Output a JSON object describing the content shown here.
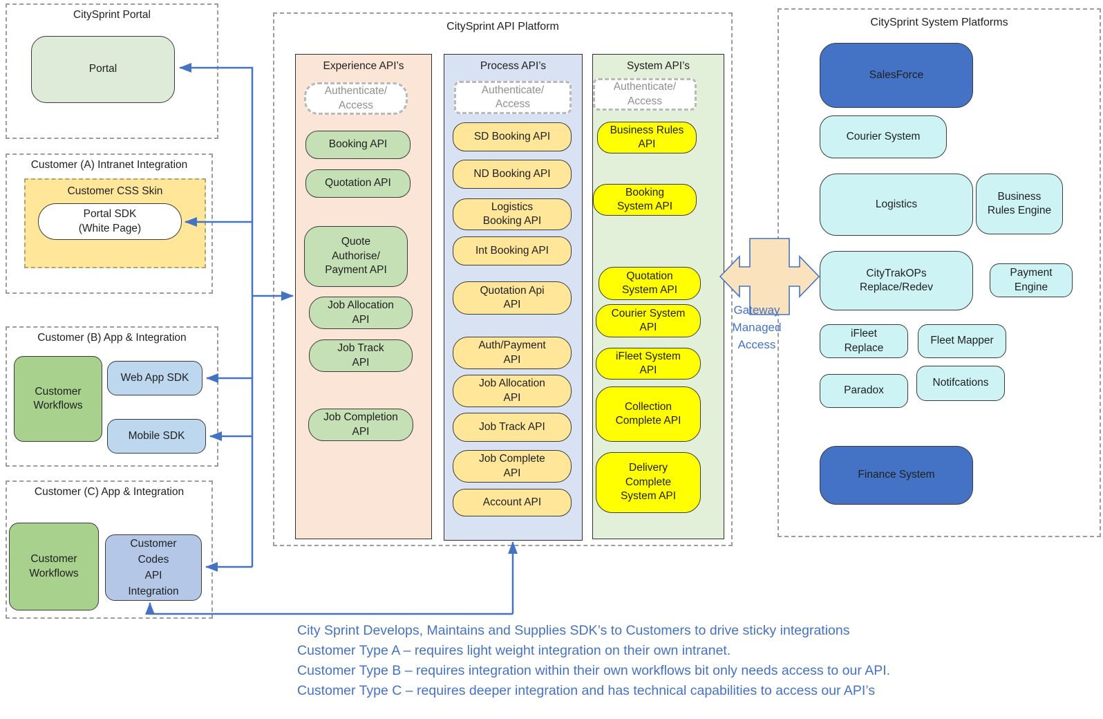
{
  "colors": {
    "accent_blue": "#4472C4",
    "dark_blue_box": "#4472C4",
    "green_item": "#C5E0B4",
    "medium_green_box": "#A9D18E",
    "light_green_portal": "#DEEBD8",
    "peach_panel": "#FBE5D6",
    "lavender_panel": "#D9E2F3",
    "light_green_panel": "#E2EFD9",
    "gold_item": "#FFE699",
    "yellow_item": "#FFFF00",
    "cyan_box": "#CDF3F5",
    "light_blue_box": "#BDD7EE",
    "periwinkle_box": "#B4C7E7",
    "gateway_arrow_fill": "#FAE3BC"
  },
  "portal_group": {
    "title": "CitySprint Portal",
    "portal": "Portal"
  },
  "customer_a": {
    "title": "Customer (A) Intranet Integration",
    "skin_title": "Customer CSS Skin",
    "portal_sdk": "Portal SDK\n(White Page)"
  },
  "customer_b": {
    "title": "Customer (B) App & Integration",
    "workflows": "Customer\nWorkflows",
    "web_sdk": "Web App SDK",
    "mobile_sdk": "Mobile SDK"
  },
  "customer_c": {
    "title": "Customer (C) App & Integration",
    "workflows": "Customer\nWorkflows",
    "codes": "Customer\nCodes\nAPI\nIntegration"
  },
  "api_platform": {
    "title": "CitySprint API Platform",
    "columns": [
      {
        "title": "Experience API’s",
        "auth": "Authenticate/\nAccess",
        "items": [
          "Booking API",
          "Quotation API",
          "Quote\nAuthorise/\nPayment API",
          "Job Allocation\nAPI",
          "Job Track\nAPI",
          "Job Completion\nAPI"
        ]
      },
      {
        "title": "Process API’s",
        "auth": "Authenticate/\nAccess",
        "items": [
          "SD Booking API",
          "ND Booking API",
          "Logistics\nBooking API",
          "Int Booking API",
          "Quotation Api\nAPI",
          "Auth/Payment\nAPI",
          "Job Allocation\nAPI",
          "Job Track  API",
          "Job Complete\nAPI",
          "Account API"
        ]
      },
      {
        "title": "System API’s",
        "auth": "Authenticate/\nAccess",
        "items": [
          "Business Rules\nAPI",
          "Booking\nSystem API",
          "Quotation\nSystem API",
          "Courier  System\nAPI",
          "iFleet  System\nAPI",
          "Collection\nComplete API",
          "Delivery\nComplete\nSystem API"
        ]
      }
    ]
  },
  "gateway": {
    "label": "Gateway\nManaged\nAccess"
  },
  "system_platforms": {
    "title": "CitySprint System Platforms",
    "items": [
      "SalesForce",
      "Courier System",
      "Logistics",
      "Business\nRules Engine",
      "CityTrakOPs\nReplace/Redev",
      "Payment\nEngine",
      "iFleet\nReplace",
      "Fleet Mapper",
      "Paradox",
      "Notifcations",
      "Finance System"
    ]
  },
  "notes": [
    "City Sprint Develops, Maintains and Supplies SDK’s to Customers to drive sticky integrations",
    "Customer Type A – requires light weight integration on their own intranet.",
    "Customer Type B – requires integration within their own workflows bit only needs access to our API.",
    "Customer Type C – requires deeper integration and has technical capabilities to access our API’s"
  ]
}
